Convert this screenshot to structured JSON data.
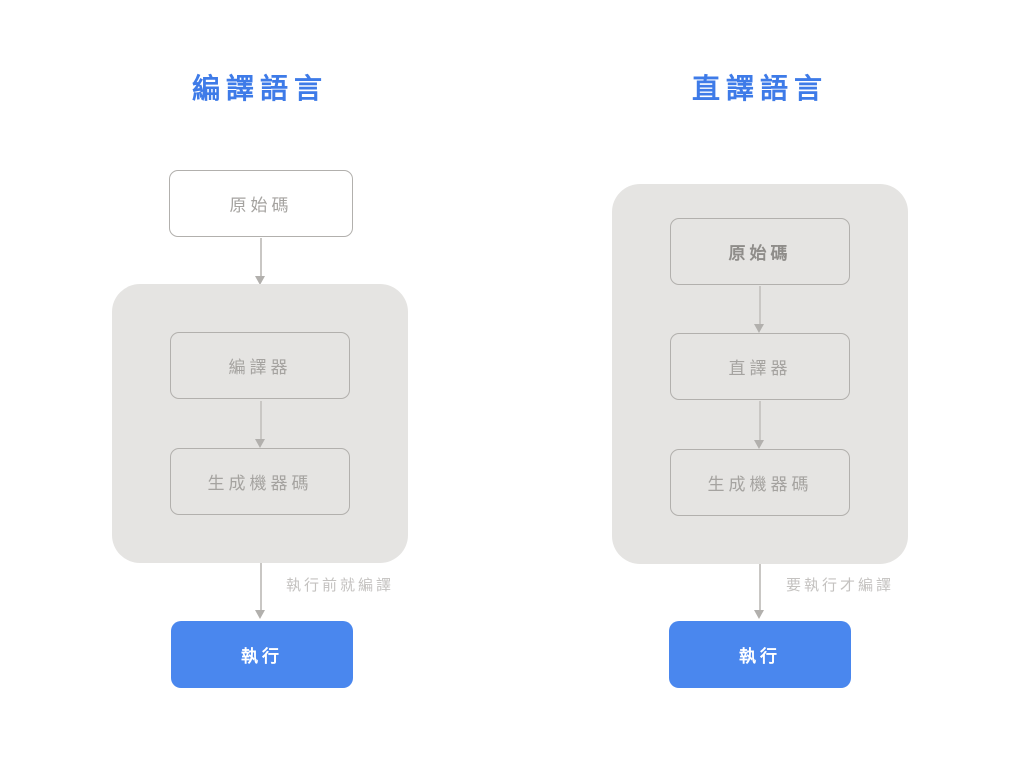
{
  "colors": {
    "title_blue": "#3e7be8",
    "button_blue": "#4a87ee",
    "container_gray": "#e5e4e2",
    "border_gray": "#b2b0ad",
    "label_gray": "#a5a3a0",
    "label_gray_bold": "#8f8d8a",
    "note_gray": "#c4c2c0",
    "line_gray": "#c9c7c4",
    "bg": "#ffffff"
  },
  "diagram": {
    "type": "flowchart-comparison",
    "columns": [
      {
        "id": "compiled-language",
        "title": "編譯語言",
        "source_box": {
          "label": "原始碼",
          "inside_container": false
        },
        "stage_boxes": [
          {
            "label": "編譯器"
          },
          {
            "label": "生成機器碼"
          }
        ],
        "note": "執行前就編譯",
        "button_label": "執行"
      },
      {
        "id": "interpreted-language",
        "title": "直譯語言",
        "stage_boxes": [
          {
            "label": "原始碼",
            "bold": true
          },
          {
            "label": "直譯器"
          },
          {
            "label": "生成機器碼"
          }
        ],
        "note": "要執行才編譯",
        "button_label": "執行"
      }
    ]
  }
}
